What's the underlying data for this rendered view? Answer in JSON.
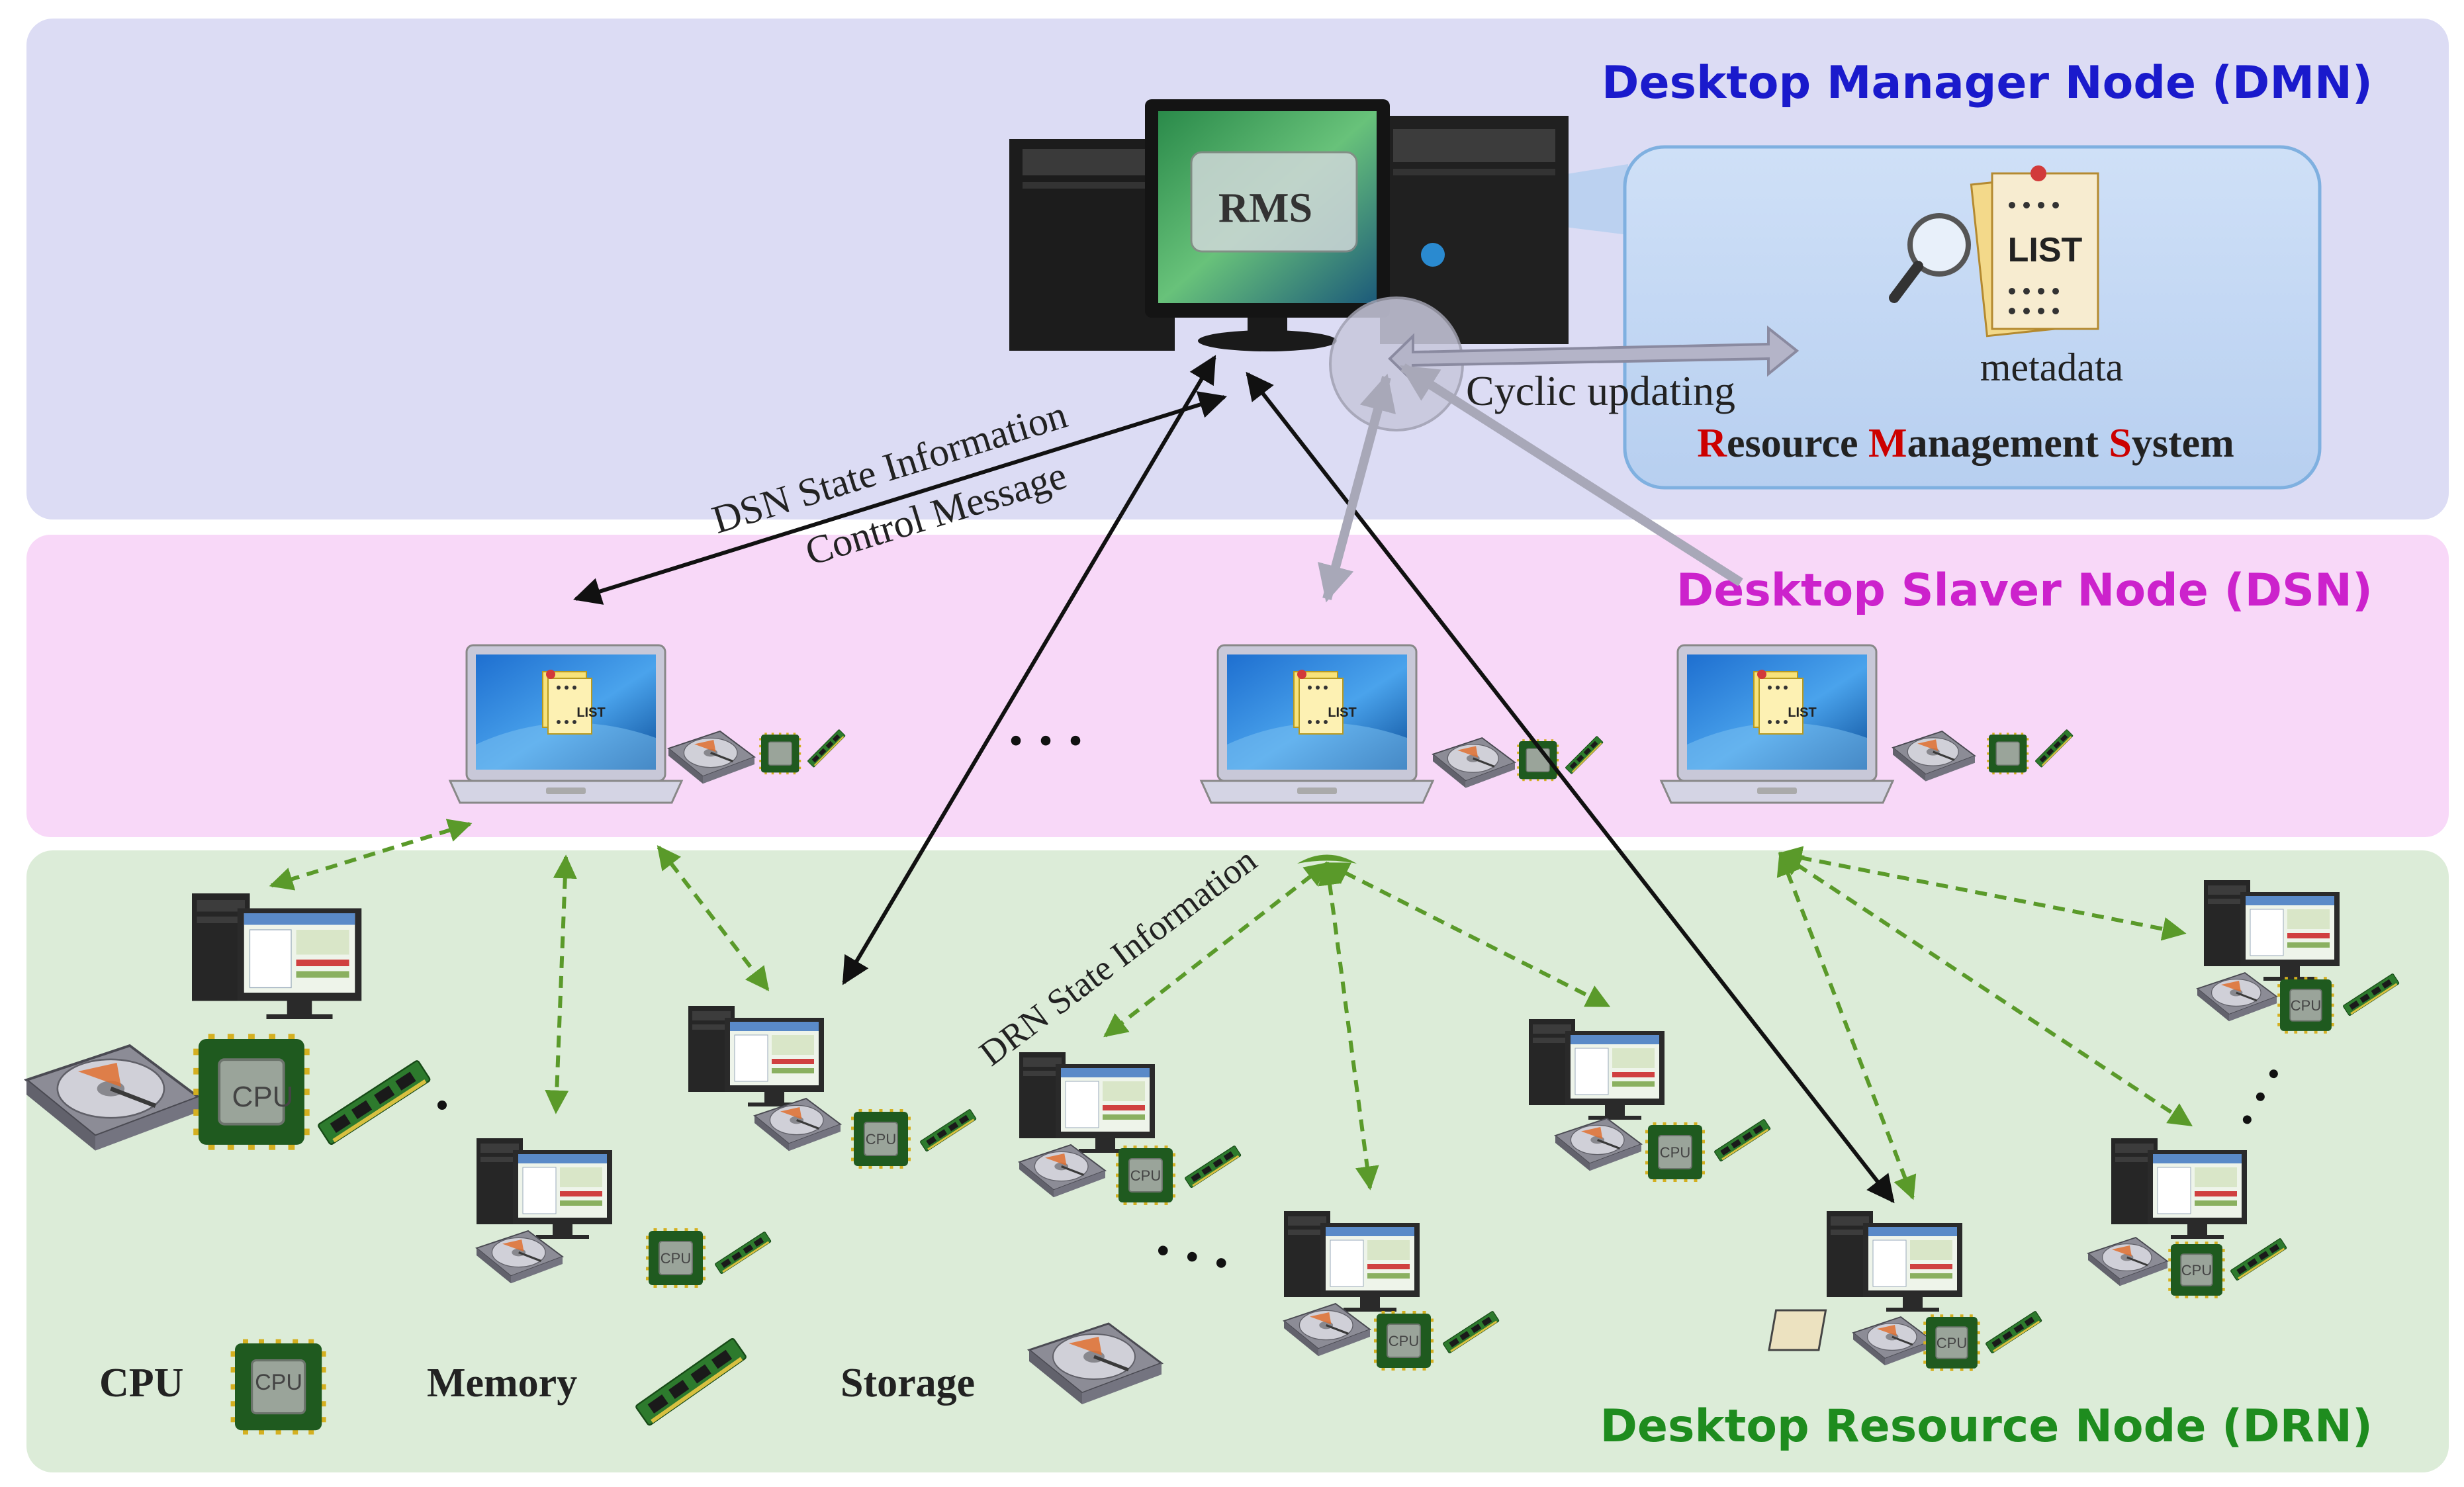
{
  "layers": {
    "dmn": {
      "title": "Desktop Manager Node (DMN)",
      "color": "#1a1acc"
    },
    "dsn": {
      "title": "Desktop Slaver Node (DSN)",
      "color": "#cc22cc"
    },
    "drn": {
      "title": "Desktop Resource Node (DRN)",
      "color": "#1e8c1e"
    }
  },
  "rms": {
    "screen_label": "RMS",
    "list_label": "LIST",
    "metadata_label": "metadata",
    "cyclic_label": "Cyclic updating",
    "system_name_parts": [
      {
        "text": "R",
        "accent": true
      },
      {
        "text": "esource ",
        "accent": false
      },
      {
        "text": "M",
        "accent": true
      },
      {
        "text": "anagement ",
        "accent": false
      },
      {
        "text": "S",
        "accent": true
      },
      {
        "text": "ystem",
        "accent": false
      }
    ],
    "accent_color": "#cc0000"
  },
  "edge_labels": {
    "dsn_state": "DSN State Information",
    "control": "Control Message",
    "drn_state": "DRN State Information"
  },
  "ellipsis": ". . .",
  "list_icon_label": "LIST",
  "chip_label": "CPU",
  "legend": {
    "cpu": "CPU",
    "memory": "Memory",
    "storage": "Storage"
  },
  "colors": {
    "dmn_band": "#dcdcf4",
    "dsn_band": "#f8d8f8",
    "drn_band": "#dcecd8",
    "green_arrow": "#5a9a2a",
    "gray_arrow": "#a8a8b8"
  }
}
